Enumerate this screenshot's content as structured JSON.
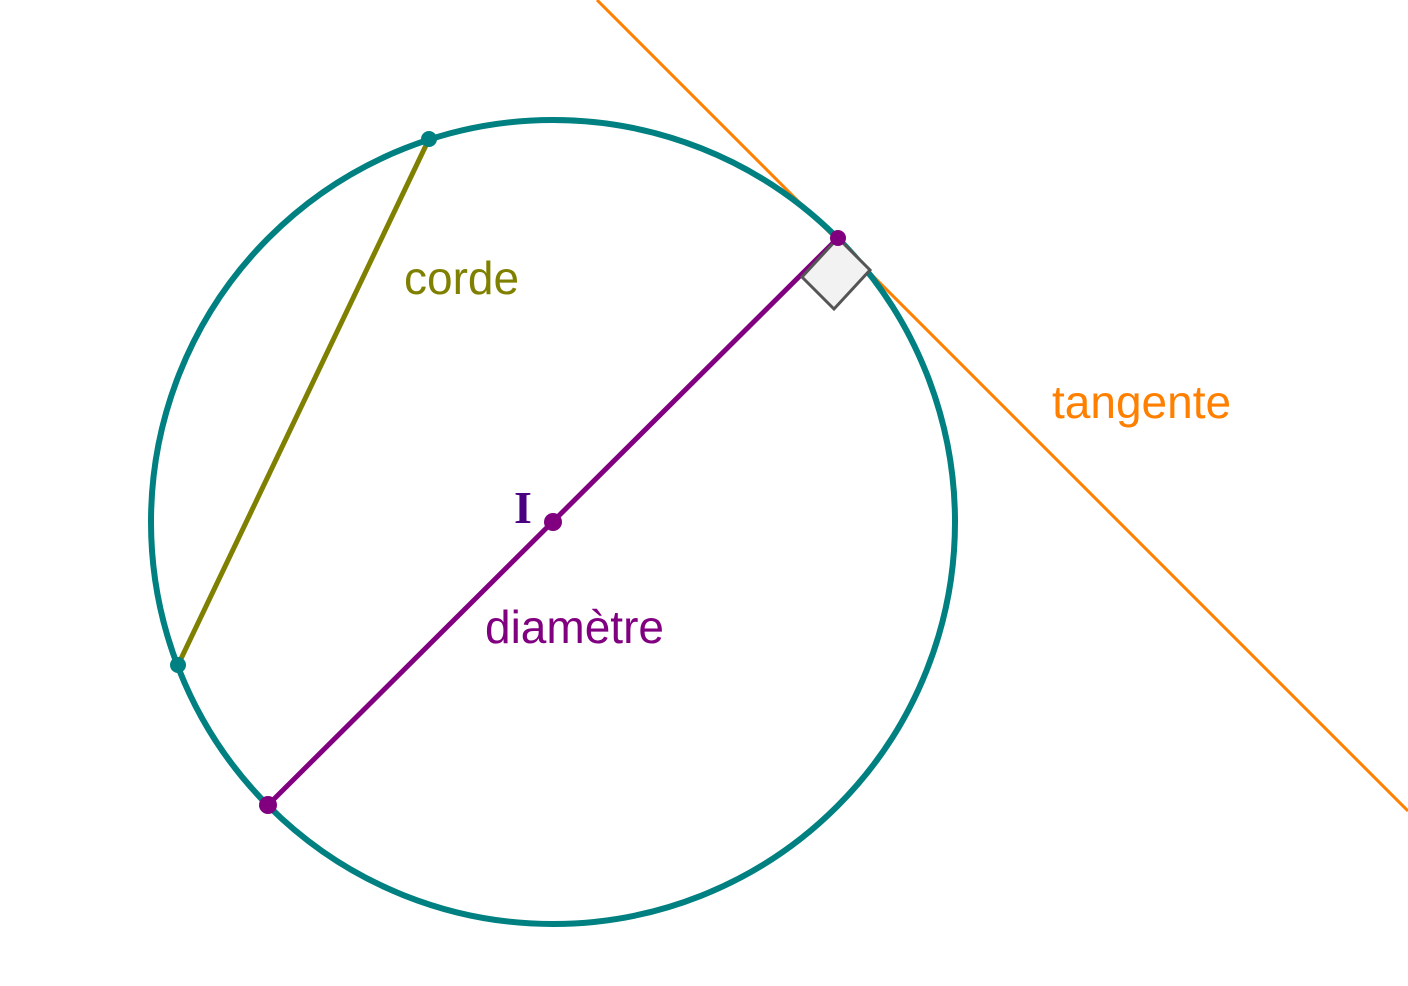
{
  "labels": {
    "chord": "corde",
    "tangent": "tangente",
    "diameter": "diamètre",
    "center": "I"
  },
  "colors": {
    "circle": "#008080",
    "chord": "#808000",
    "diameter": "#800080",
    "tangent": "#ff8000",
    "center_label": "#4b0082",
    "right_angle_fill": "#f2f2f2",
    "right_angle_stroke": "#555555"
  }
}
